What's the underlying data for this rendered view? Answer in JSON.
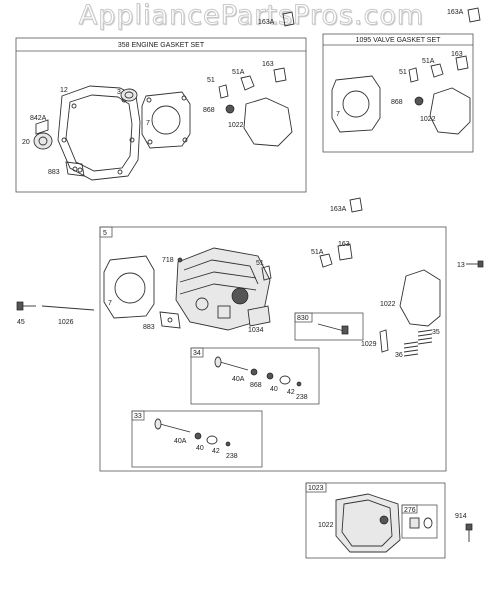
{
  "watermark": "AppliancePartsPros.com",
  "sets": {
    "engine_gasket": "358 ENGINE GASKET SET",
    "valve_gasket": "1095 VALVE GASKET SET"
  },
  "boxes": {
    "main": "5",
    "b830": "830",
    "b34": "34",
    "b33": "33",
    "b1023": "1023",
    "b276": "276"
  },
  "labels": {
    "l163A_top1": "163A",
    "l163A_top2": "163A",
    "l163A_mid": "163A",
    "eg_12": "12",
    "eg_3": "3",
    "eg_7": "7",
    "eg_51": "51",
    "eg_51A": "51A",
    "eg_163": "163",
    "eg_842A": "842A",
    "eg_868": "868",
    "eg_1022": "1022",
    "eg_20": "20",
    "eg_883": "883",
    "vg_163": "163",
    "vg_51": "51",
    "vg_51A": "51A",
    "vg_7": "7",
    "vg_868": "868",
    "vg_1022": "1022",
    "m_718": "718",
    "m_51": "51",
    "m_163": "163",
    "m_51A": "51A",
    "m_7": "7",
    "m_883": "883",
    "m_1034": "1034",
    "m_1022": "1022",
    "m_1029": "1029",
    "m_35": "35",
    "m_36": "36",
    "b34_40A": "40A",
    "b34_868": "868",
    "b34_40": "40",
    "b34_42": "42",
    "b34_238": "238",
    "b33_40A": "40A",
    "b33_40": "40",
    "b33_42": "42",
    "b33_238": "238",
    "l13": "13",
    "l45": "45",
    "l1026": "1026",
    "b1023_1022": "1022",
    "l914": "914"
  }
}
